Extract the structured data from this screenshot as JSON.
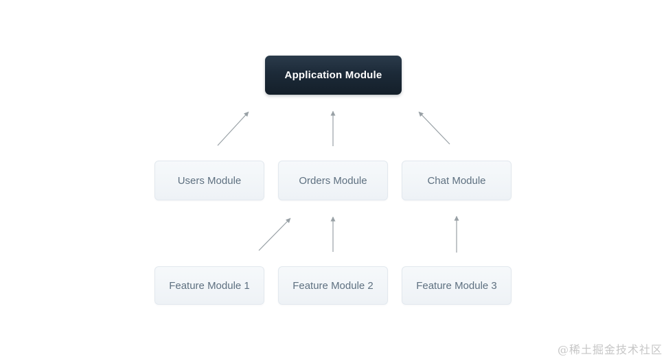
{
  "diagram": {
    "nodes": {
      "application": {
        "label": "Application Module",
        "style": "dark"
      },
      "users": {
        "label": "Users Module",
        "style": "light"
      },
      "orders": {
        "label": "Orders Module",
        "style": "light"
      },
      "chat": {
        "label": "Chat Module",
        "style": "light"
      },
      "feature1": {
        "label": "Feature Module 1",
        "style": "light"
      },
      "feature2": {
        "label": "Feature Module 2",
        "style": "light"
      },
      "feature3": {
        "label": "Feature Module 3",
        "style": "light"
      }
    },
    "edges": [
      {
        "from": "Users Module",
        "to": "Application Module"
      },
      {
        "from": "Orders Module",
        "to": "Application Module"
      },
      {
        "from": "Chat Module",
        "to": "Application Module"
      },
      {
        "from": "Feature Module 1",
        "to": "Orders Module"
      },
      {
        "from": "Feature Module 2",
        "to": "Orders Module"
      },
      {
        "from": "Feature Module 3",
        "to": "Chat Module"
      }
    ],
    "colors": {
      "background": "#ffffff",
      "dark_node_top": "#2b3b4b",
      "dark_node_bottom": "#141f2a",
      "dark_node_text": "#ffffff",
      "light_node_bg": "#f1f5f8",
      "light_node_border": "#e2e8ee",
      "light_node_text": "#5e7080",
      "arrow": "#98a0a5"
    }
  },
  "watermark": {
    "text": "@稀土掘金技术社区"
  }
}
